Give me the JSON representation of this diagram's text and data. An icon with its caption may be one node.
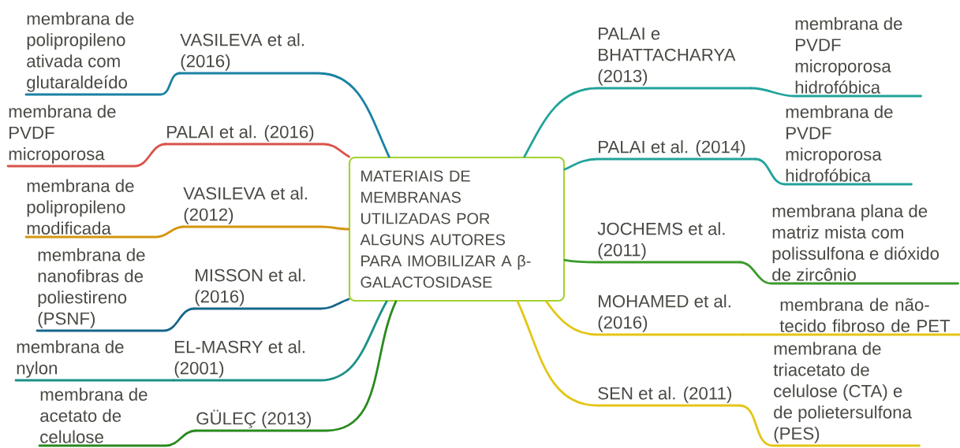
{
  "diagram": {
    "nodes": [
      {
        "text": [
          "MATERIAIS DE MEMBRANAS UTILIZADAS POR ALGUNS AUTORES PARA IMOBILIZAR A β-GALACTOSIDASE"
        ]
      },
      {
        "text": [
          "VASILEVA et al. (2016)"
        ]
      },
      {
        "text": [
          "membrana de polipropileno ativada com glutaraldeído"
        ]
      },
      {
        "text": [
          "PALAI et al. (2016)"
        ]
      },
      {
        "text": [
          "membrana de PVDF microporosa"
        ]
      },
      {
        "text": [
          "VASILEVA et al. (2012)"
        ]
      },
      {
        "text": [
          "membrana de polipropileno modificada"
        ]
      },
      {
        "text": [
          "MISSON et al. (2016)"
        ]
      },
      {
        "text": [
          "membrana de nanofibras de poliestireno (PSNF)"
        ]
      },
      {
        "text": [
          "EL-MASRY et al. (2001)"
        ]
      },
      {
        "text": [
          "membrana de nylon"
        ]
      },
      {
        "text": [
          "GÜLEÇ (2013)"
        ]
      },
      {
        "text": [
          "membrana de acetato de celulose"
        ]
      },
      {
        "text": [
          "PALAI e BHATTACHARYA (2013)"
        ]
      },
      {
        "text": [
          "membrana de PVDF microporosa hidrofóbica"
        ]
      },
      {
        "text": [
          "PALAI et al. (2014)"
        ]
      },
      {
        "text": [
          "membrana de PVDF microporosa hidrofóbica"
        ]
      },
      {
        "text": [
          "JOCHEMS et al. (2011)"
        ]
      },
      {
        "text": [
          "membrana plana de matriz mista com polissulfona e dióxido de zircônio"
        ]
      },
      {
        "text": [
          "MOHAMED et al. (2016)"
        ]
      },
      {
        "text": [
          "membrana de não-tecido fibroso de PET"
        ]
      },
      {
        "text": [
          "SEN et al. (2011)"
        ]
      },
      {
        "text": [
          "membrana de triacetato de celulose (CTA) e de polietersulfona (PES)"
        ]
      }
    ],
    "edges": [
      {
        "from": 0,
        "to": 1,
        "arrow": "none",
        "color": "#1a81a3"
      },
      {
        "from": 1,
        "to": 2,
        "arrow": "none",
        "color": "#1a81a3"
      },
      {
        "from": 0,
        "to": 3,
        "arrow": "none",
        "color": "#d9534a"
      },
      {
        "from": 3,
        "to": 4,
        "arrow": "none",
        "color": "#d9534a"
      },
      {
        "from": 0,
        "to": 5,
        "arrow": "none",
        "color": "#d4960f"
      },
      {
        "from": 5,
        "to": 6,
        "arrow": "none",
        "color": "#d4960f"
      },
      {
        "from": 0,
        "to": 7,
        "arrow": "none",
        "color": "#17668a"
      },
      {
        "from": 7,
        "to": 8,
        "arrow": "none",
        "color": "#17668a"
      },
      {
        "from": 0,
        "to": 9,
        "arrow": "none",
        "color": "#1a9088"
      },
      {
        "from": 9,
        "to": 10,
        "arrow": "none",
        "color": "#1a9088"
      },
      {
        "from": 0,
        "to": 11,
        "arrow": "none",
        "color": "#2a8a1e"
      },
      {
        "from": 11,
        "to": 12,
        "arrow": "none",
        "color": "#2a8a1e"
      },
      {
        "from": 0,
        "to": 13,
        "arrow": "none",
        "color": "#22a39a"
      },
      {
        "from": 13,
        "to": 14,
        "arrow": "none",
        "color": "#22a39a"
      },
      {
        "from": 0,
        "to": 15,
        "arrow": "none",
        "color": "#22a39a"
      },
      {
        "from": 15,
        "to": 16,
        "arrow": "none",
        "color": "#22a39a"
      },
      {
        "from": 0,
        "to": 17,
        "arrow": "none",
        "color": "#3a9a2a"
      },
      {
        "from": 17,
        "to": 18,
        "arrow": "none",
        "color": "#3a9a2a"
      },
      {
        "from": 0,
        "to": 19,
        "arrow": "none",
        "color": "#e3c614"
      },
      {
        "from": 19,
        "to": 20,
        "arrow": "none",
        "color": "#e3c614"
      },
      {
        "from": 0,
        "to": 21,
        "arrow": "none",
        "color": "#e3c614"
      },
      {
        "from": 21,
        "to": 22,
        "arrow": "none",
        "color": "#e3c614"
      }
    ]
  }
}
